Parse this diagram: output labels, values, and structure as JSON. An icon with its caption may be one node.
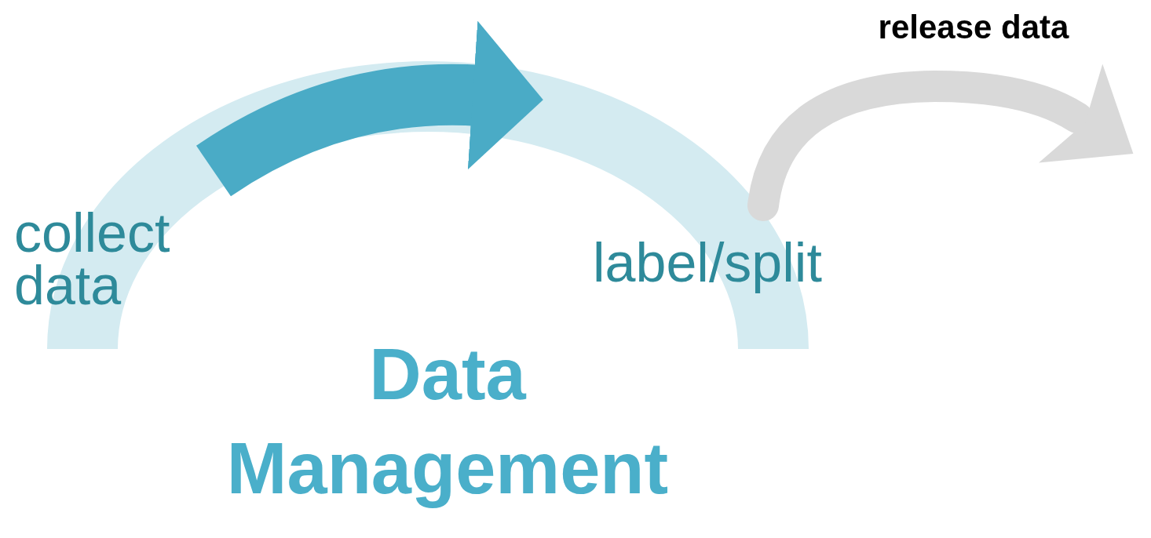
{
  "diagram": {
    "title": "Data Management",
    "nodes": [
      {
        "text": [
          "collect data"
        ]
      },
      {
        "text": [
          "label/split"
        ]
      }
    ],
    "edges": [
      {
        "from": 0,
        "to": 1,
        "arrow": "to",
        "style": "thick"
      },
      {
        "from": 1,
        "to": null,
        "arrow": "to",
        "label": "release data",
        "color": "#d9d9d9"
      }
    ]
  }
}
